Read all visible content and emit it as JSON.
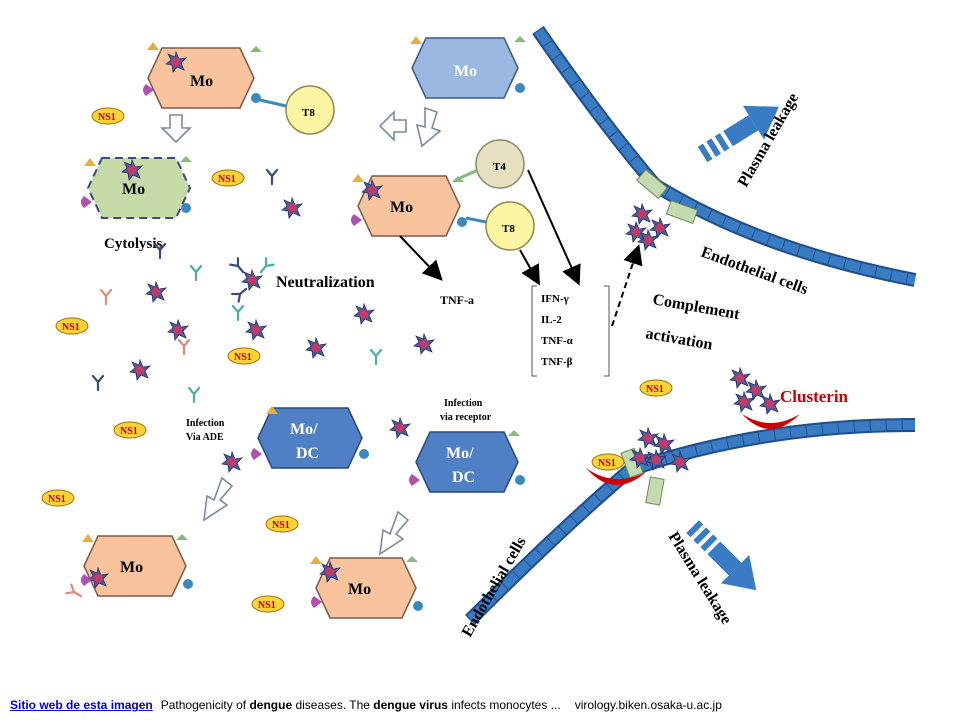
{
  "diagram": {
    "cells": {
      "mo": "Mo",
      "modc_1": "Mo/",
      "modc_2": "DC",
      "t8": "T8",
      "t4": "T4"
    },
    "antigen": "NS1",
    "labels": {
      "cytolysis": "Cytolysis",
      "neutralization": "Neutralization",
      "tnf_a": "TNF-a",
      "infection_ade_1": "Infection",
      "infection_ade_2": "Via ADE",
      "infection_receptor_1": "Infection",
      "infection_receptor_2": "via receptor",
      "complement_1": "Complement",
      "complement_2": "activation",
      "endothelial_top": "Endothelial cells",
      "endothelial_bottom": "Endothelial cells",
      "plasma_top": "Plasma leakage",
      "plasma_bottom": "Plasma leakage",
      "clusterin": "Clusterin"
    },
    "cytokines": [
      "IFN-γ",
      "IL-2",
      "TNF-α",
      "TNF-β"
    ],
    "colors": {
      "mo_fill": "#f9c39d",
      "lysed_fill": "#c6dba8",
      "modc_fill": "#4f7fc4",
      "t8_fill": "#fbf5a4",
      "t4_fill": "#e6e0c0",
      "vessel": "#2f6db0",
      "clusterin": "#cc0000",
      "virus": "#4a5a9a",
      "ns1_fill": "#ffd23a",
      "ns1_text": "#c00000"
    }
  },
  "footer": {
    "link": "Sitio web de esta imagen",
    "caption_1": "Pathogenicity of ",
    "bold_1": "dengue",
    "caption_2": " diseases. The ",
    "bold_2": "dengue virus",
    "caption_3": " infects monocytes ...",
    "domain": "virology.biken.osaka-u.ac.jp"
  }
}
